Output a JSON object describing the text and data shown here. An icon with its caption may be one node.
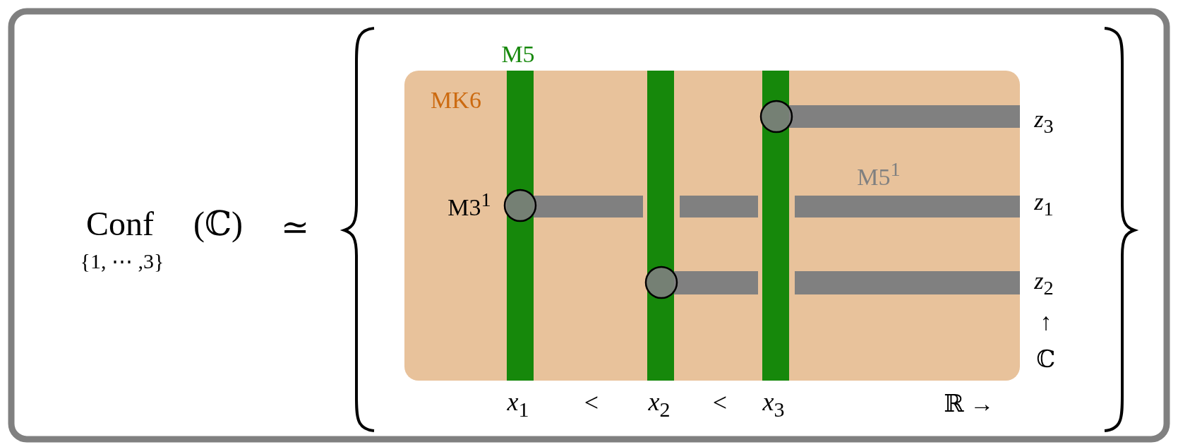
{
  "diagram": {
    "labels": [
      "M5",
      "MK6",
      "Conf",
      "(ℂ)",
      "≃",
      "{1, ⋯ ,3}",
      "*z*$_{3}$",
      "M5$^{1}$",
      "M3$^{1}$",
      "*z*$_{1}$",
      "*z*$_{2}$",
      "↑",
      "ℂ",
      "*x*$_{1}$",
      "<",
      "*x*$_{2}$",
      "<",
      "*x*$_{3}$",
      "ℝ →"
    ]
  }
}
